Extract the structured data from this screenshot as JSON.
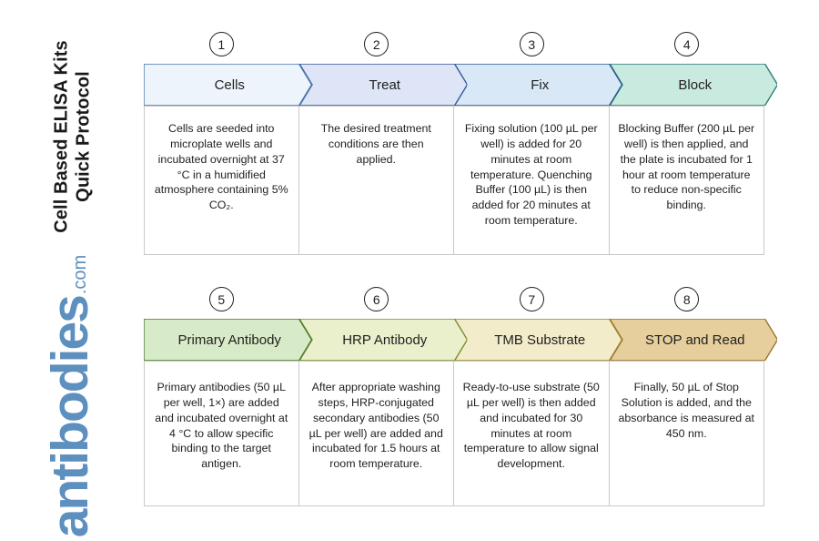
{
  "title": {
    "line1": "Cell Based ELISA Kits",
    "line2": "Quick Protocol"
  },
  "brand": {
    "word": "antibodies",
    "tld": ".com",
    "color": "#5d8fbf"
  },
  "rows": [
    {
      "steps": [
        {
          "number": "1",
          "label": "Cells",
          "fill": "#eef4fb",
          "stroke": "#4a77ad",
          "body": "Cells are seeded into microplate wells and incubated overnight at 37 °C in a humidified atmosphere containing 5% CO₂."
        },
        {
          "number": "2",
          "label": "Treat",
          "fill": "#dde5f6",
          "stroke": "#39599b",
          "body": "The desired treatment conditions are then applied."
        },
        {
          "number": "3",
          "label": "Fix",
          "fill": "#d8e8f6",
          "stroke": "#2d5f8f",
          "body": "Fixing solution (100 µL per well) is added for 20 minutes at room temperature. Quenching Buffer (100 µL) is then added for 20 minutes at room temperature."
        },
        {
          "number": "4",
          "label": "Block",
          "fill": "#c9eadf",
          "stroke": "#2f7d75",
          "body": "Blocking Buffer (200 µL per well) is then applied, and the plate is incubated for 1 hour at room temperature to reduce non-specific binding."
        }
      ]
    },
    {
      "steps": [
        {
          "number": "5",
          "label": "Primary Antibody",
          "fill": "#d8ebc8",
          "stroke": "#4e7d30",
          "body": "Primary antibodies (50 µL per well, 1×) are added and incubated overnight at 4 °C to allow specific binding to the target antigen."
        },
        {
          "number": "6",
          "label": "HRP Antibody",
          "fill": "#eaf0cc",
          "stroke": "#7d8a2e",
          "body": "After appropriate washing steps, HRP-conjugated secondary antibodies (50 µL per well) are added and incubated for 1.5 hours at room temperature."
        },
        {
          "number": "7",
          "label": "TMB Substrate",
          "fill": "#f3eccb",
          "stroke": "#9a8331",
          "body": "Ready-to-use substrate (50 µL per well) is then added and incubated for 30 minutes at room temperature to allow signal development."
        },
        {
          "number": "8",
          "label": "STOP and Read",
          "fill": "#e6cf9c",
          "stroke": "#9a7430",
          "body": "Finally, 50 µL of Stop Solution is added, and the absorbance is measured at 450 nm."
        }
      ]
    }
  ]
}
